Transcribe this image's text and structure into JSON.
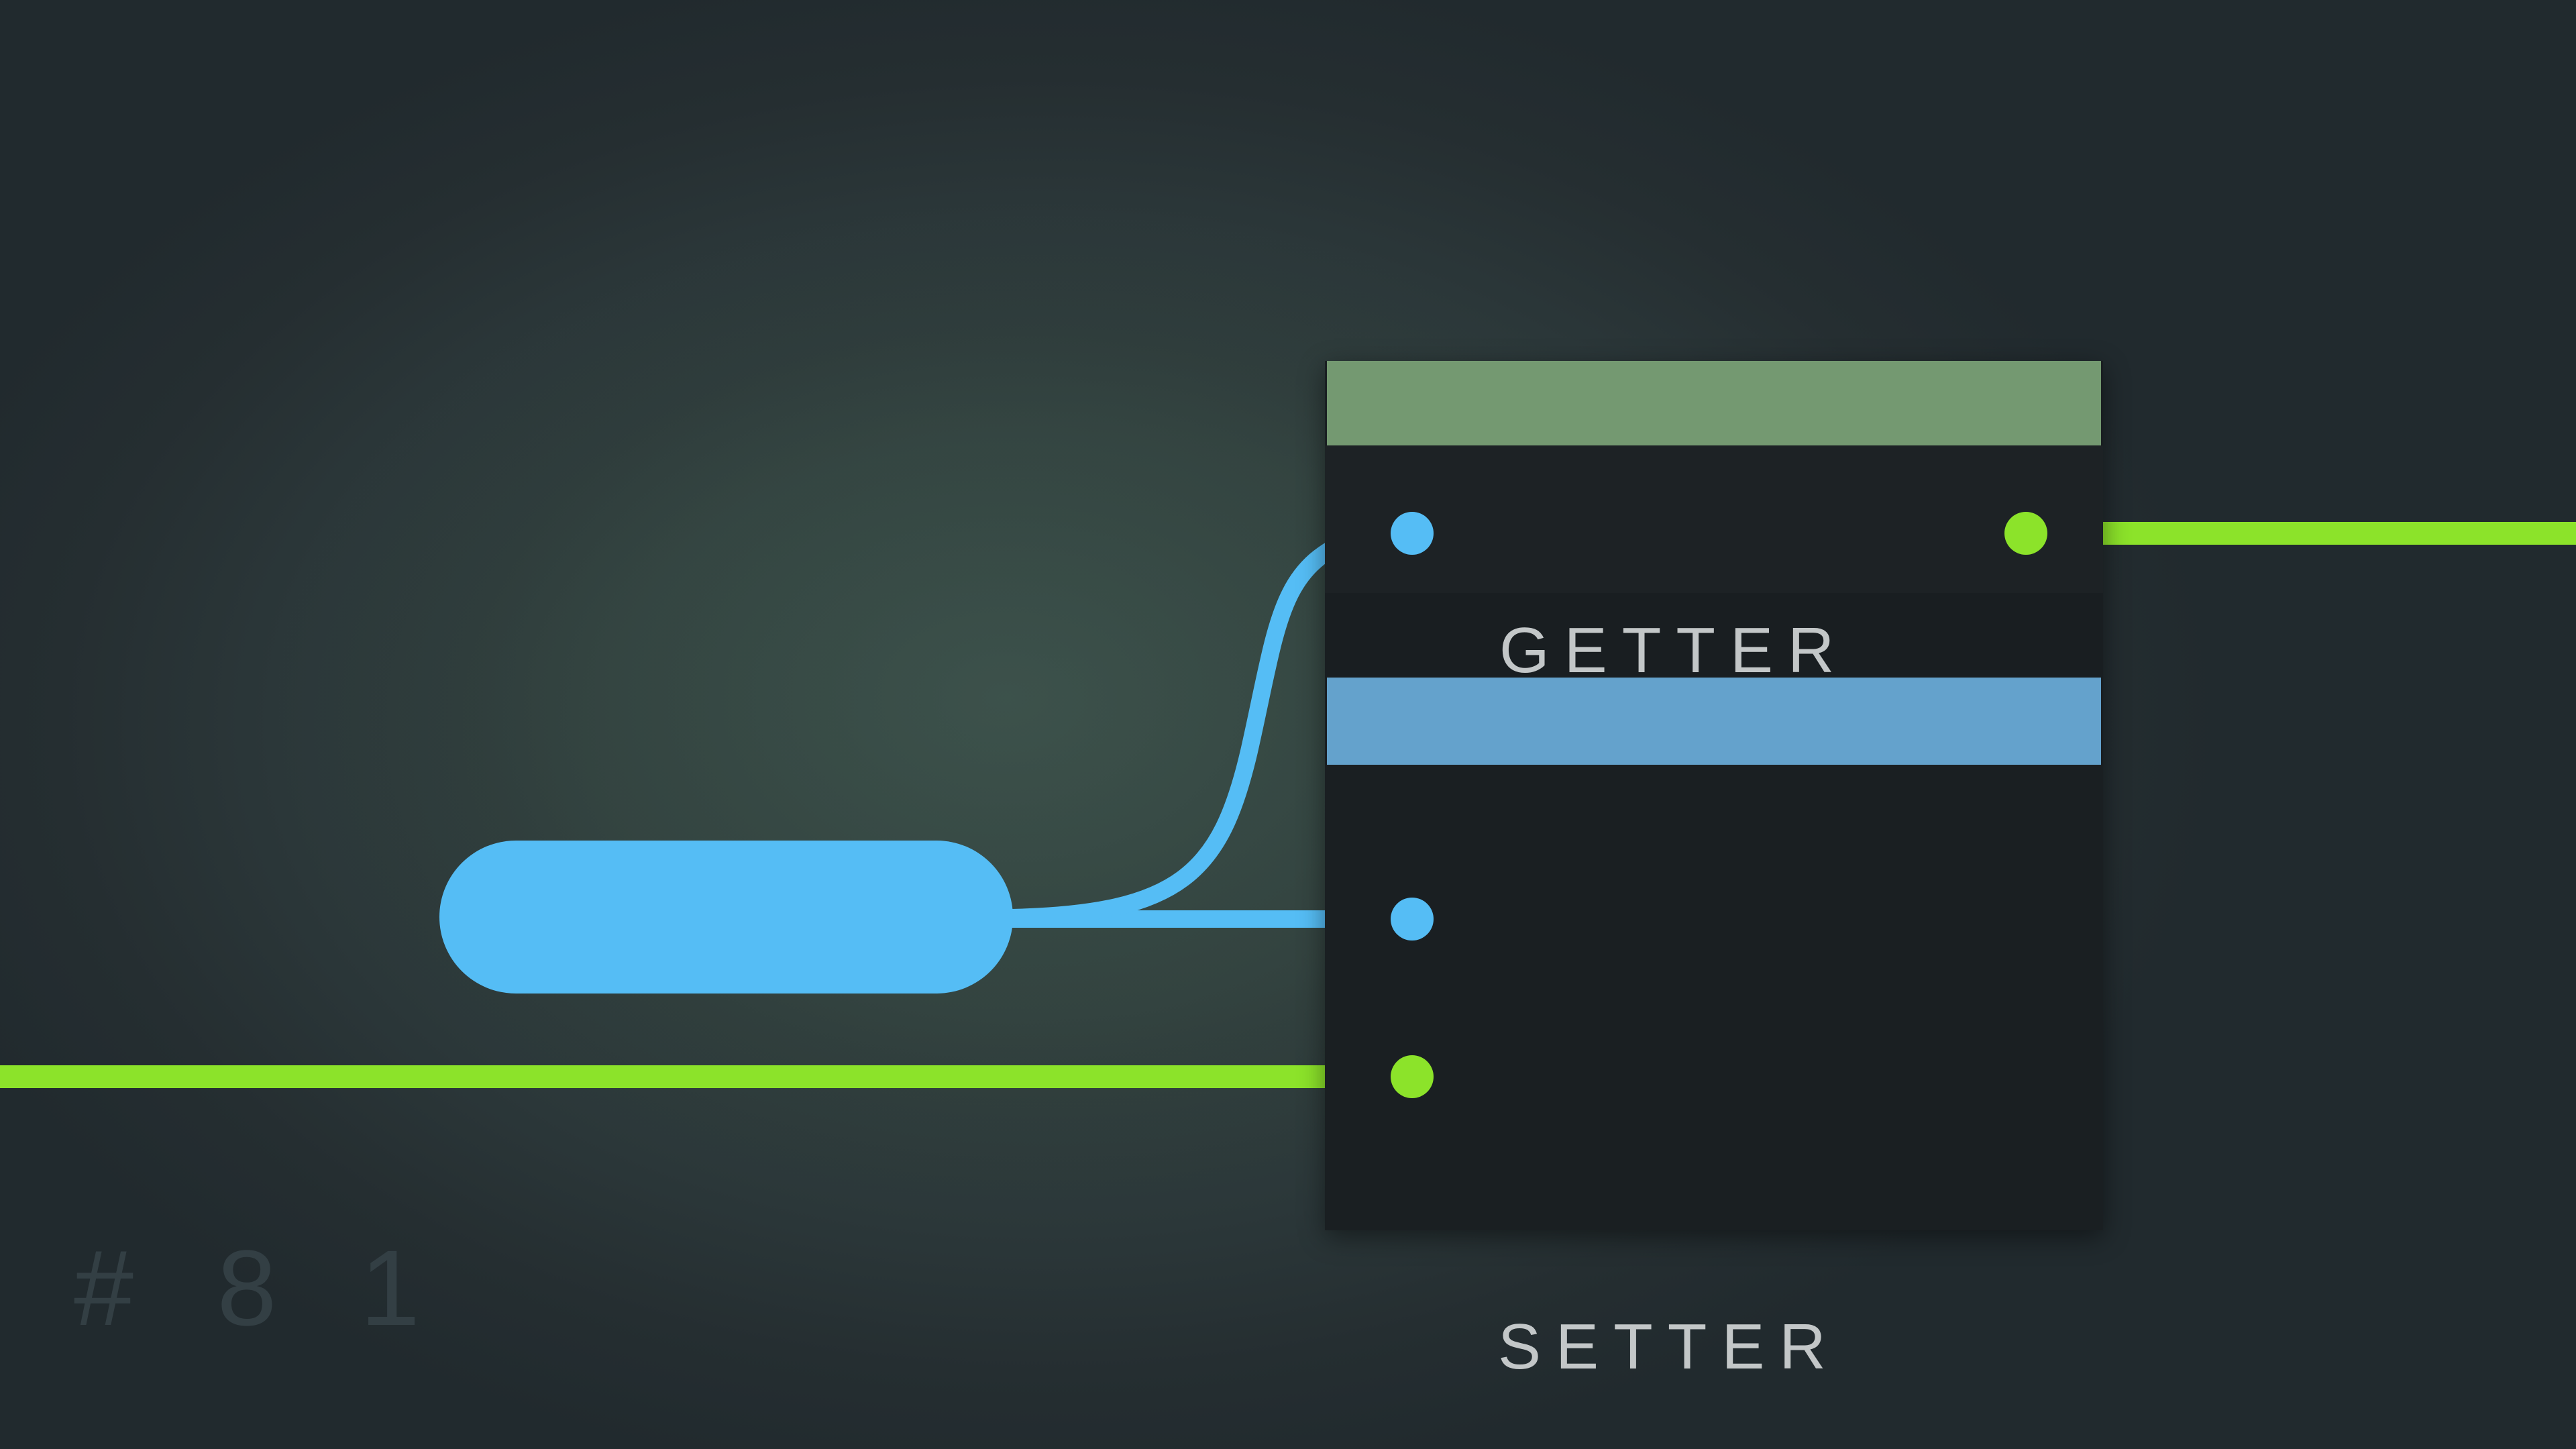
{
  "canvas": {
    "background_color": "#212a2e",
    "glow_color": "#324240"
  },
  "watermark": {
    "label": "# 8 1"
  },
  "pill_node": {
    "name": "reroute-pill",
    "color": "#55bdf5",
    "label": ""
  },
  "node": {
    "background_color": "#191e21",
    "header": {
      "color": "#749971",
      "label": ""
    },
    "divider": {
      "color": "#64a2cc",
      "label": ""
    },
    "rows": [
      {
        "label": "GETTER",
        "input_port": {
          "color": "#55bdf5",
          "kind": "data-in"
        },
        "output_port": {
          "color": "#8ce32a",
          "kind": "exec-out"
        }
      },
      {
        "label": "SETTER",
        "input_port": {
          "color": "#55bdf5",
          "kind": "data-in"
        },
        "exec_port": {
          "color": "#8ce32a",
          "kind": "exec-in"
        }
      }
    ]
  },
  "wires": [
    {
      "name": "pill-to-getter",
      "color": "#55bdf5",
      "from": "pill-right",
      "to": "getter-input",
      "style": "bezier"
    },
    {
      "name": "pill-to-setter",
      "color": "#55bdf5",
      "from": "pill-right",
      "to": "setter-input",
      "style": "straight"
    },
    {
      "name": "exec-in-wire",
      "color": "#8ce32a",
      "from": "canvas-left",
      "to": "exec-input",
      "style": "straight"
    },
    {
      "name": "getter-out-wire",
      "color": "#8ce32a",
      "from": "getter-output",
      "to": "canvas-right",
      "style": "straight"
    }
  ],
  "colors": {
    "blue": "#55bdf5",
    "green": "#8ce32a",
    "header_green": "#749971",
    "divider_blue": "#64a2cc",
    "node_dark": "#191e21",
    "text_gray": "#c3c7c8",
    "watermark_gray": "#333f44"
  }
}
